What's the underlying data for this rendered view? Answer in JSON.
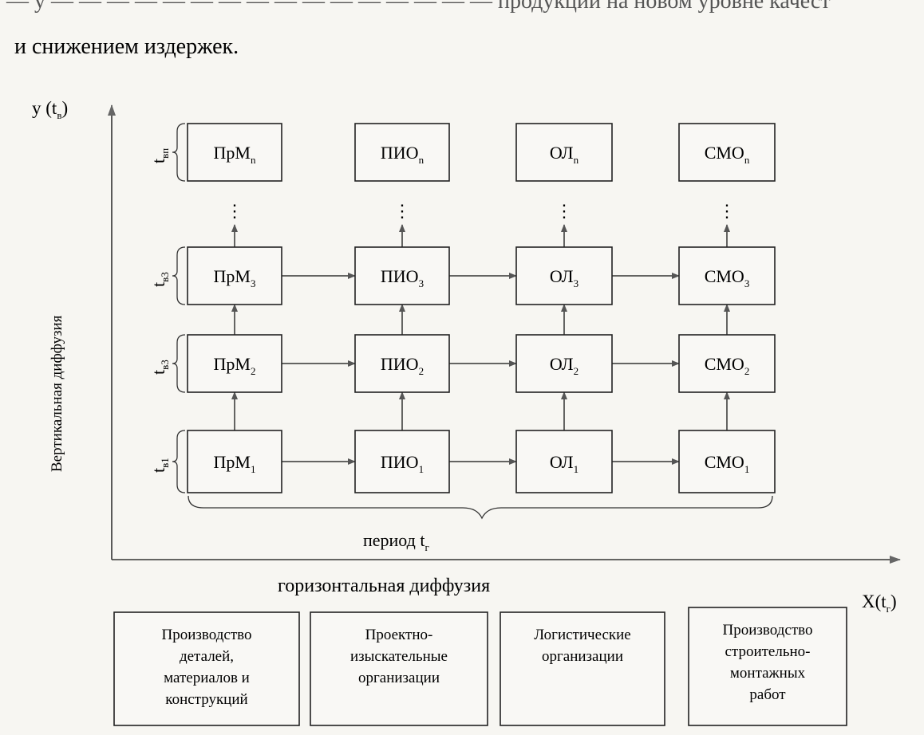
{
  "header": {
    "line_top": "— у — — — — — — — — — — — — — — — — продукции на новом уровне качест",
    "line_2": "и снижением издержек."
  },
  "axes": {
    "y_label": "у (t",
    "y_label_sub": "в",
    "y_label_end": ")",
    "x_label": "X(t",
    "x_label_sub": "г",
    "x_label_end": ")",
    "vertical_title": "Вертикальная диффузия",
    "horizontal_title": "горизонтальная диффузия",
    "period_label": "период t",
    "period_sub": "г"
  },
  "level_labels": [
    {
      "main": "t",
      "sub": "вп"
    },
    {
      "main": "t",
      "sub": "в3"
    },
    {
      "main": "t",
      "sub": "в3"
    },
    {
      "main": "t",
      "sub": "в1"
    }
  ],
  "columns": [
    {
      "prefix": "ПрМ",
      "subs": [
        "n",
        "3",
        "2",
        "1"
      ]
    },
    {
      "prefix": "ПИО",
      "subs": [
        "n",
        "3",
        "2",
        "1"
      ]
    },
    {
      "prefix": "ОЛ",
      "subs": [
        "n",
        "3",
        "2",
        "1"
      ]
    },
    {
      "prefix": "СМО",
      "subs": [
        "n",
        "3",
        "2",
        "1"
      ]
    }
  ],
  "ellipsis": "⋮",
  "categories": [
    [
      "Производство",
      "деталей,",
      "материалов и",
      "конструкций"
    ],
    [
      "Проектно-",
      "изыскательные",
      "организации"
    ],
    [
      "Логистические",
      "организации"
    ],
    [
      "Производство",
      "строительно-",
      "монтажных",
      "работ"
    ]
  ]
}
